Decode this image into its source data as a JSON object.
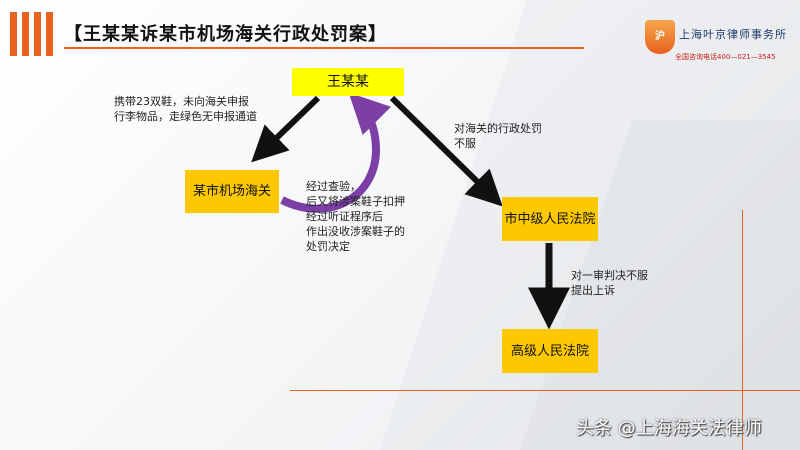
{
  "slide": {
    "title": "【王某某诉某市机场海关行政处罚案】",
    "colors": {
      "accent": "#e8611e",
      "node_yellow": "#ffff00",
      "node_amber": "#fcc800",
      "arc_purple": "#7b3fa6"
    }
  },
  "logo": {
    "mark_text": "沪",
    "name": "上海叶京律师事务所",
    "phone": "全国咨询电话400—021—3545"
  },
  "diagram": {
    "nodes": {
      "wang": "王某某",
      "airport_customs": "某市机场海关",
      "city_court": "市中级人民法院",
      "high_court": "高级人民法院"
    },
    "labels": {
      "carry": [
        "携带23双鞋，未向海关申报",
        "行李物品，走绿色无申报通道"
      ],
      "admin_penalty": [
        "对海关的行政处罚",
        "不服"
      ],
      "process": [
        "经过查验，",
        "后又将涉案鞋子扣押",
        "经过听证程序后",
        "作出没收涉案鞋子的",
        "处罚决定"
      ],
      "appeal": [
        "对一审判决不服",
        "提出上诉"
      ]
    }
  },
  "watermark": "头条 @上海海关法律师"
}
